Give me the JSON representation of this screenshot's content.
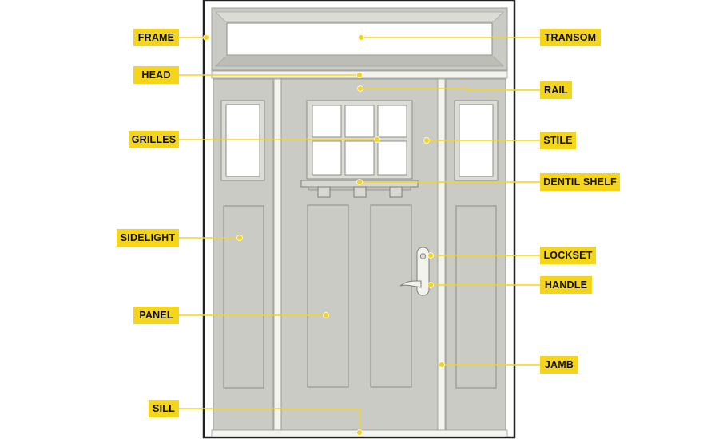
{
  "labels": {
    "frame": "FRAME",
    "head": "HEAD",
    "grilles": "GRILLES",
    "sidelight": "SIDELIGHT",
    "panel": "PANEL",
    "sill": "SILL",
    "transom": "TRANSOM",
    "rail": "RAIL",
    "stile": "STILE",
    "dentil_shelf": "DENTIL SHELF",
    "lockset": "LOCKSET",
    "handle": "HANDLE",
    "jamb": "JAMB"
  },
  "colors": {
    "label_background": "#f5d41c",
    "leader_line": "#f5d41c",
    "door_fill": "#cbcbc5",
    "frame_line": "#222222",
    "glass": "#ffffff",
    "trim": "#f4f4ef"
  }
}
